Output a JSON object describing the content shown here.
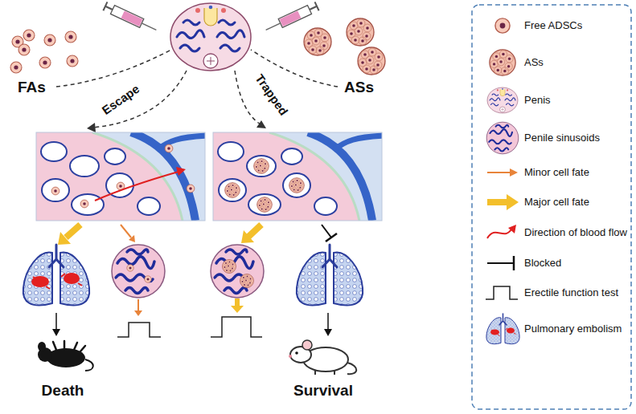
{
  "diagram": {
    "labels": [
      "FAs",
      "ASs",
      "Escape",
      "Trapped",
      "Death",
      "Survival"
    ],
    "legend": [
      {
        "text": "Free ADSCs"
      },
      {
        "text": "ASs"
      },
      {
        "text": "Penis"
      },
      {
        "text": "Penile sinusoids"
      },
      {
        "text": "Minor cell fate"
      },
      {
        "text": "Major cell fate"
      },
      {
        "text": "Direction of blood flow"
      },
      {
        "text": "Blocked"
      },
      {
        "text": "Erectile function test"
      },
      {
        "text": "Pulmonary embolism"
      }
    ]
  }
}
